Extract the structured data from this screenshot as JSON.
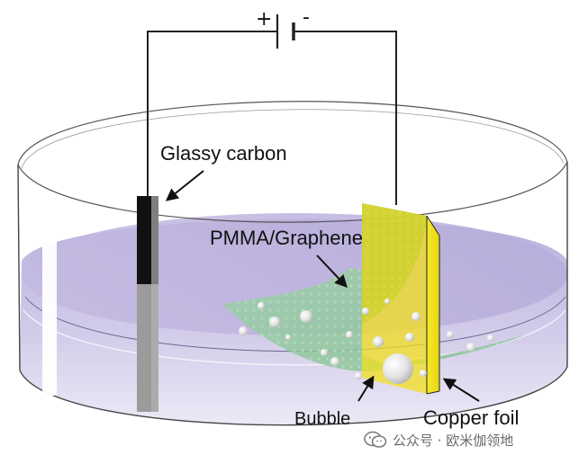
{
  "labels": {
    "electrode_left": "Glassy carbon",
    "film": "PMMA/Graphene",
    "bubble": "Bubble",
    "foil": "Copper foil"
  },
  "battery": {
    "positive": "+",
    "negative": "-"
  },
  "watermark": {
    "text": "公众号 · 欧米伽领地",
    "icon": "wechat-icon"
  },
  "colors": {
    "electrolyte": "#c9c0e2",
    "electrode_dark": "#111111",
    "electrode_light": "#9a9a9a",
    "film": "#8fc99a",
    "copper_foil": "#f2e21a",
    "wire": "#222222"
  }
}
